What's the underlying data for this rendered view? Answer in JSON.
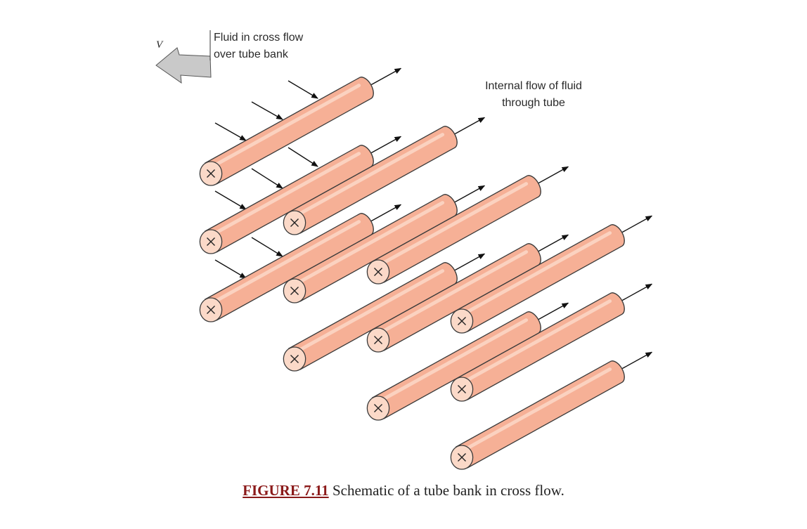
{
  "labels": {
    "velocity": "V",
    "cross_flow_line1": "Fluid in cross flow",
    "cross_flow_line2": "over tube bank",
    "internal_line1": "Internal flow of fluid",
    "internal_line2": "through tube"
  },
  "caption": {
    "figure_number": "FIGURE 7.11",
    "text": " Schematic of a tube bank in cross flow."
  },
  "colors": {
    "tube_fill": "#f6b096",
    "tube_highlight": "#fbd2c0",
    "tube_stroke": "#3a3a3a",
    "arrow": "#111111",
    "inflow_arrow": "#c8c8c8",
    "caption_accent": "#8b1a1a"
  },
  "tube_grid": {
    "rows": 3,
    "columns": 4
  }
}
